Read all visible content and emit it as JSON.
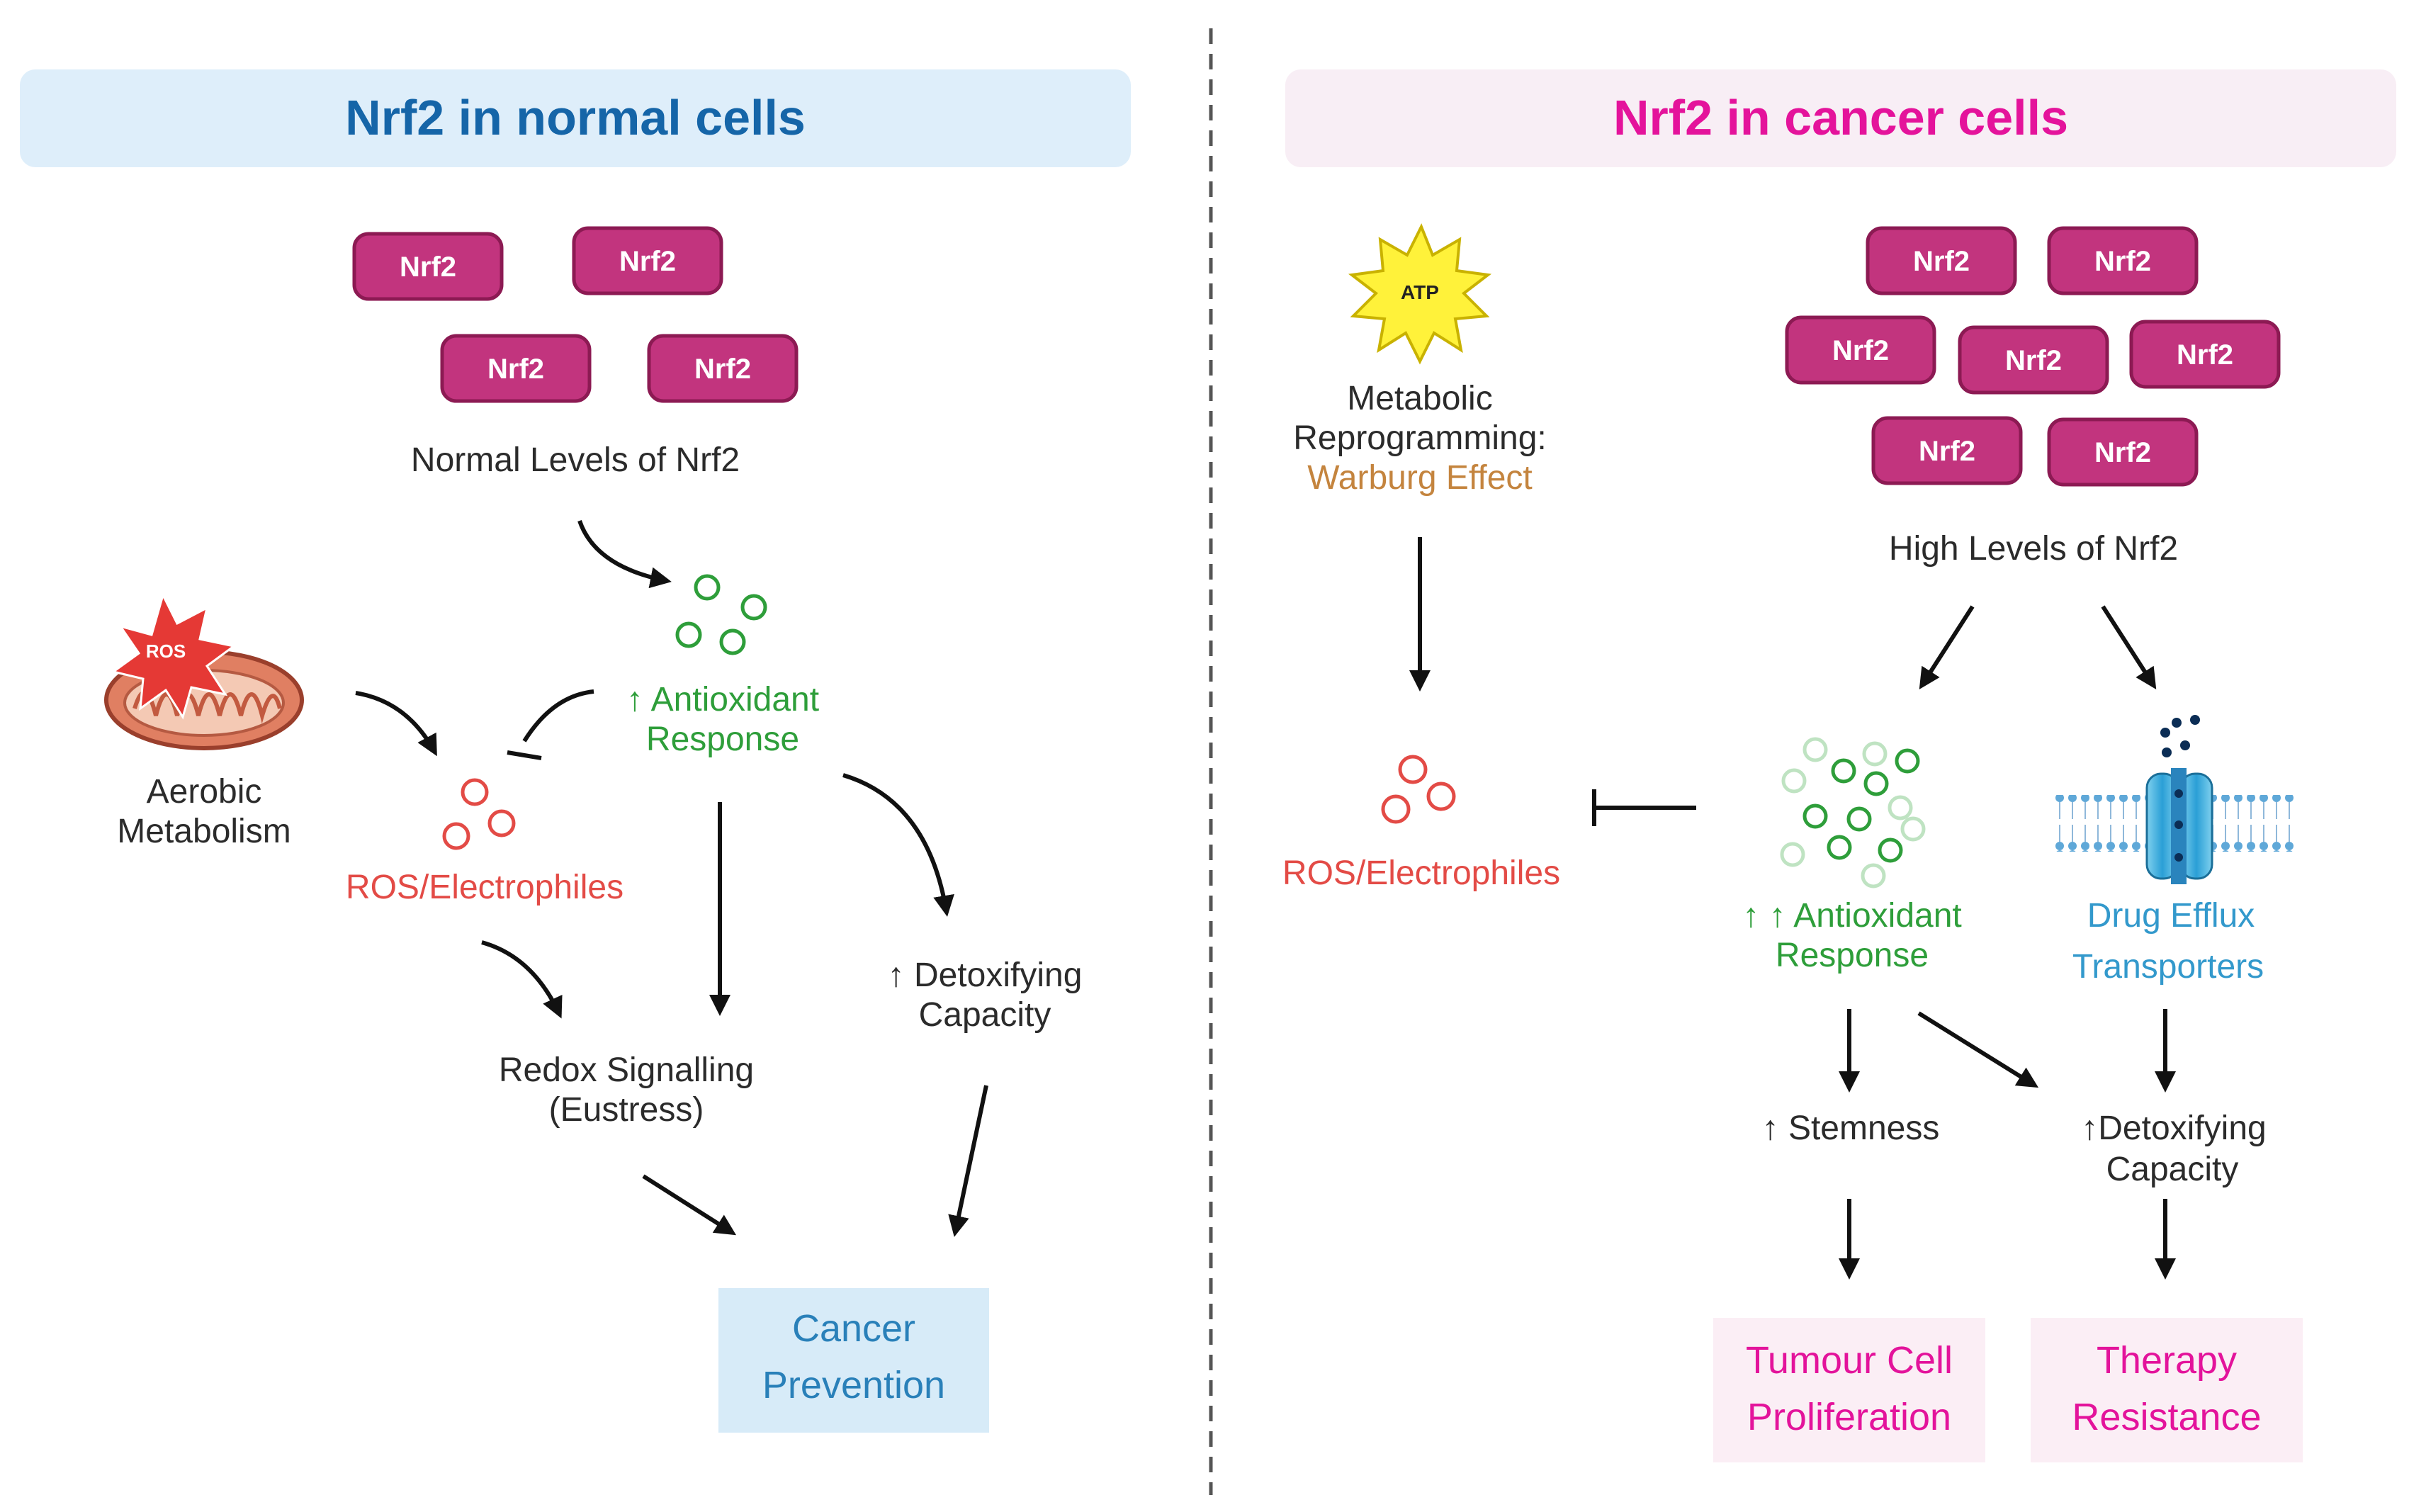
{
  "panels": {
    "normal": {
      "title": "Nrf2 in normal cells",
      "title_color": "#1565a8",
      "header_bg": "#deeefa",
      "nrf2_label": "Nrf2",
      "nrf2_count": 4,
      "levels_label": "Normal Levels of Nrf2",
      "antioxidant": [
        "↑ Antioxidant",
        "Response"
      ],
      "mito_label": [
        "Aerobic",
        "Metabolism"
      ],
      "ros_badge": "ROS",
      "ros_label": "ROS/Electrophiles",
      "redox": [
        "Redox Signalling",
        "(Eustress)"
      ],
      "detox": [
        "↑ Detoxifying",
        "Capacity"
      ],
      "outcome": [
        "Cancer",
        "Prevention"
      ],
      "outcome_color": "#2980b9",
      "outcome_bg": "#d7ebf8"
    },
    "cancer": {
      "title": "Nrf2 in cancer cells",
      "title_color": "#e4139b",
      "header_bg": "#f8eef5",
      "nrf2_label": "Nrf2",
      "nrf2_count": 7,
      "atp_badge": "ATP",
      "metabolic": [
        "Metabolic",
        "Reprogramming:"
      ],
      "warburg": "Warburg Effect",
      "warburg_color": "#c4843e",
      "levels_label": "High Levels of Nrf2",
      "ros_label": "ROS/Electrophiles",
      "antioxidant": [
        "↑ ↑ Antioxidant",
        "Response"
      ],
      "drug_efflux": [
        "Drug Efflux",
        "Transporters"
      ],
      "drug_color": "#3399cc",
      "stemness": "↑ Stemness",
      "detox": [
        "↑Detoxifying",
        "Capacity"
      ],
      "outcome1": [
        "Tumour Cell",
        "Proliferation"
      ],
      "outcome2": [
        "Therapy",
        "Resistance"
      ],
      "outcome_color": "#e3139b",
      "outcome_bg": "#fbeef5"
    }
  },
  "colors": {
    "nrf2_fill": "#c2347e",
    "nrf2_stroke": "#8c1a53",
    "antioxidant_green": "#2e9e3a",
    "ros_red": "#e34b46",
    "divider": "#555555"
  }
}
